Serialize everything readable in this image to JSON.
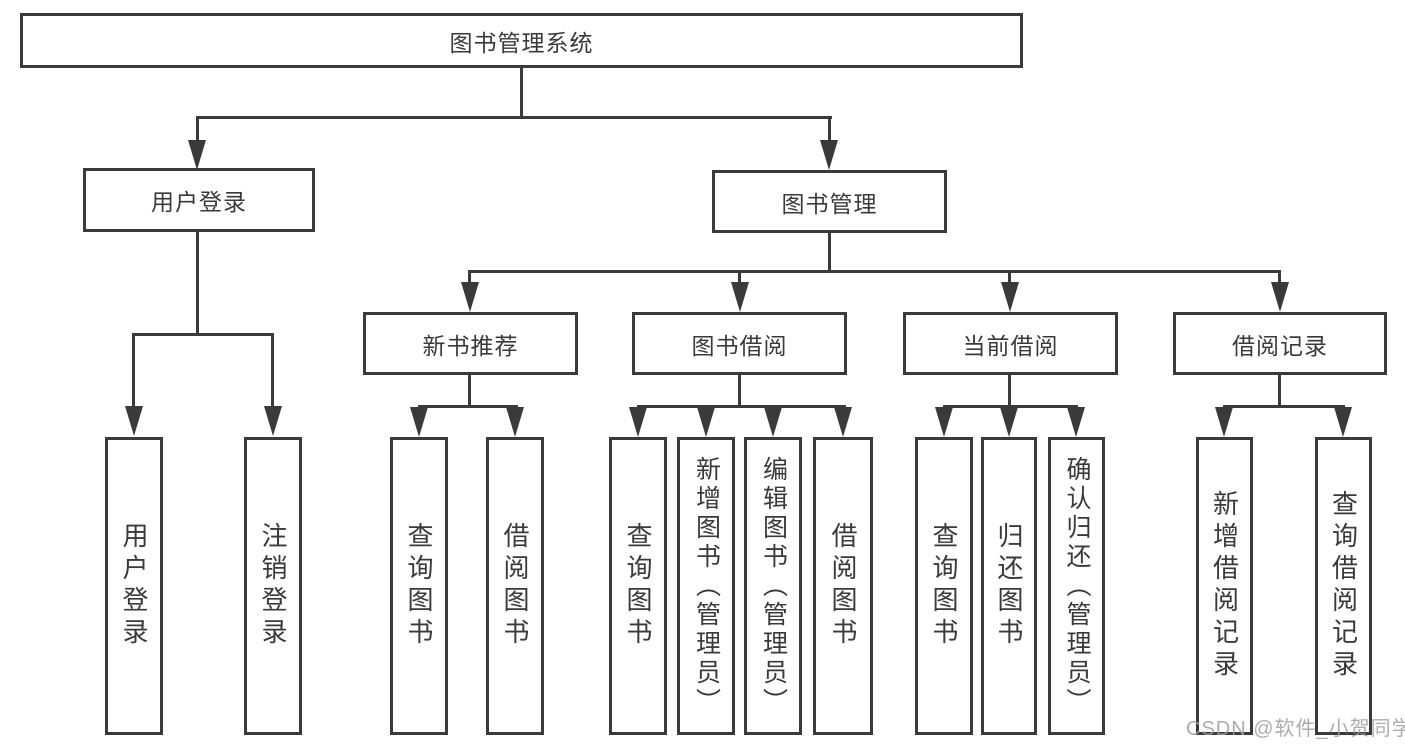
{
  "diagram": {
    "type": "hierarchy-tree",
    "root": {
      "label": "图书管理系统"
    },
    "branches": [
      {
        "label": "用户登录",
        "children": [
          {
            "label": "用户登录"
          },
          {
            "label": "注销登录"
          }
        ]
      },
      {
        "label": "图书管理",
        "children": [
          {
            "label": "新书推荐",
            "children": [
              {
                "label": "查询图书"
              },
              {
                "label": "借阅图书"
              }
            ]
          },
          {
            "label": "图书借阅",
            "children": [
              {
                "label": "查询图书"
              },
              {
                "label": "新增图书（管理员）"
              },
              {
                "label": "编辑图书（管理员）"
              },
              {
                "label": "借阅图书"
              }
            ]
          },
          {
            "label": "当前借阅",
            "children": [
              {
                "label": "查询图书"
              },
              {
                "label": "归还图书"
              },
              {
                "label": "确认归还（管理员）"
              }
            ]
          },
          {
            "label": "借阅记录",
            "children": [
              {
                "label": "新增借阅记录"
              },
              {
                "label": "查询借阅记录"
              }
            ]
          }
        ]
      }
    ],
    "colors": {
      "line": "#3a3a3a",
      "text": "#3a3a3a",
      "background": "#ffffff",
      "watermark": "#9e9e9e"
    }
  },
  "watermark": {
    "text": "CSDN @软件_小贺同学"
  }
}
